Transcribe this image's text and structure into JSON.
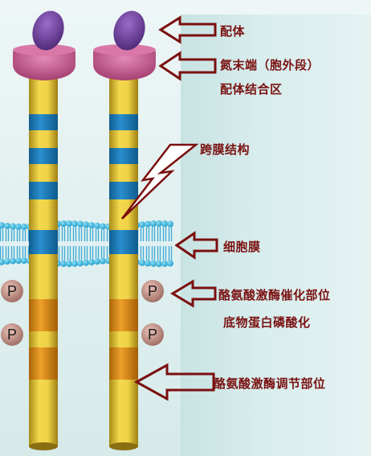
{
  "labels": {
    "ligand": "配体",
    "n_terminal_line1": "氮末端（胞外段）",
    "n_terminal_line2": "配体结合区",
    "transmembrane": "跨膜结构",
    "cell_membrane": "细胞膜",
    "kinase_catalytic": "酪氨酸激酶催化部位",
    "substrate_phosphorylation": "底物蛋白磷酸化",
    "kinase_regulatory": "酪氨酸激酶调节部位"
  },
  "phospho": {
    "symbol": "P"
  },
  "colors": {
    "label_text": "#7a1212",
    "arrow_stroke": "#7a0f0f",
    "receptor_yellow": "#e8c93a",
    "receptor_blue": "#1f7fbd",
    "receptor_orange": "#e0901a",
    "ligand_purple": "#6b3f97",
    "binding_domain_pink": "#c2558a",
    "membrane_cyan": "#39b5dc",
    "phosphate": "#c9968a"
  }
}
